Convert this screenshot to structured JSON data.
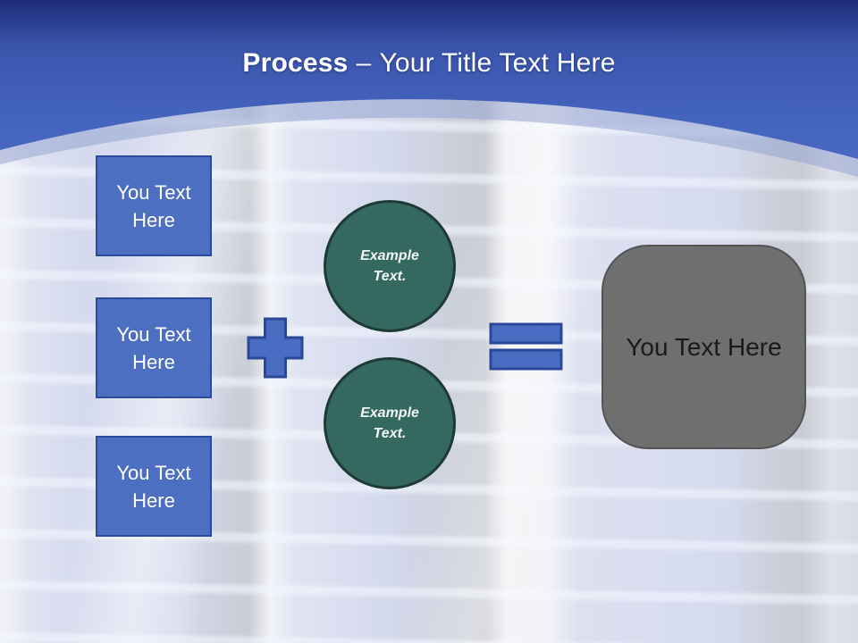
{
  "header": {
    "title_bold": "Process",
    "title_separator": "–",
    "title_rest": "Your Title Text Here"
  },
  "diagram": {
    "input_boxes": [
      {
        "lines": [
          "You Text",
          "Here"
        ]
      },
      {
        "lines": [
          "You Text",
          "Here"
        ]
      },
      {
        "lines": [
          "You Text",
          "Here"
        ]
      }
    ],
    "example_circles": [
      {
        "lines": [
          "Example",
          "Text."
        ]
      },
      {
        "lines": [
          "Example",
          "Text."
        ]
      }
    ],
    "result_box": {
      "label": "You Text Here"
    }
  },
  "colors": {
    "header_gradient_top": "#1c2b78",
    "header_gradient_mid": "#3a54ab",
    "header_gradient_bottom": "#4a68c1",
    "shape_blue": "#4a6cc2",
    "shape_blue_border": "#2b4897",
    "circle_teal": "#35685f",
    "circle_teal_border": "#1e3a36",
    "result_gray": "#6f6f6f",
    "result_gray_border": "#545454",
    "title_text": "#ffffff"
  }
}
